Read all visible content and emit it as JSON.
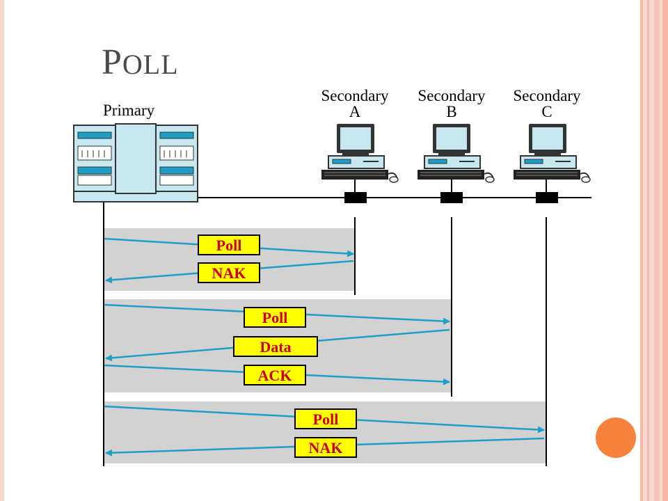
{
  "title": {
    "first": "P",
    "rest": "OLL"
  },
  "primary_label": "Primary",
  "secondaries": [
    {
      "line1": "Secondary",
      "line2": "A"
    },
    {
      "line1": "Secondary",
      "line2": "B"
    },
    {
      "line1": "Secondary",
      "line2": "C"
    }
  ],
  "frames": [
    "Poll",
    "NAK",
    "Poll",
    "Data",
    "ACK",
    "Poll",
    "NAK"
  ],
  "colors": {
    "arrow": "#1e9ec7",
    "frame_fill": "#ffff00",
    "frame_text": "#d0001a",
    "panel": "#d2d2d2",
    "accent": "#f7823c"
  }
}
